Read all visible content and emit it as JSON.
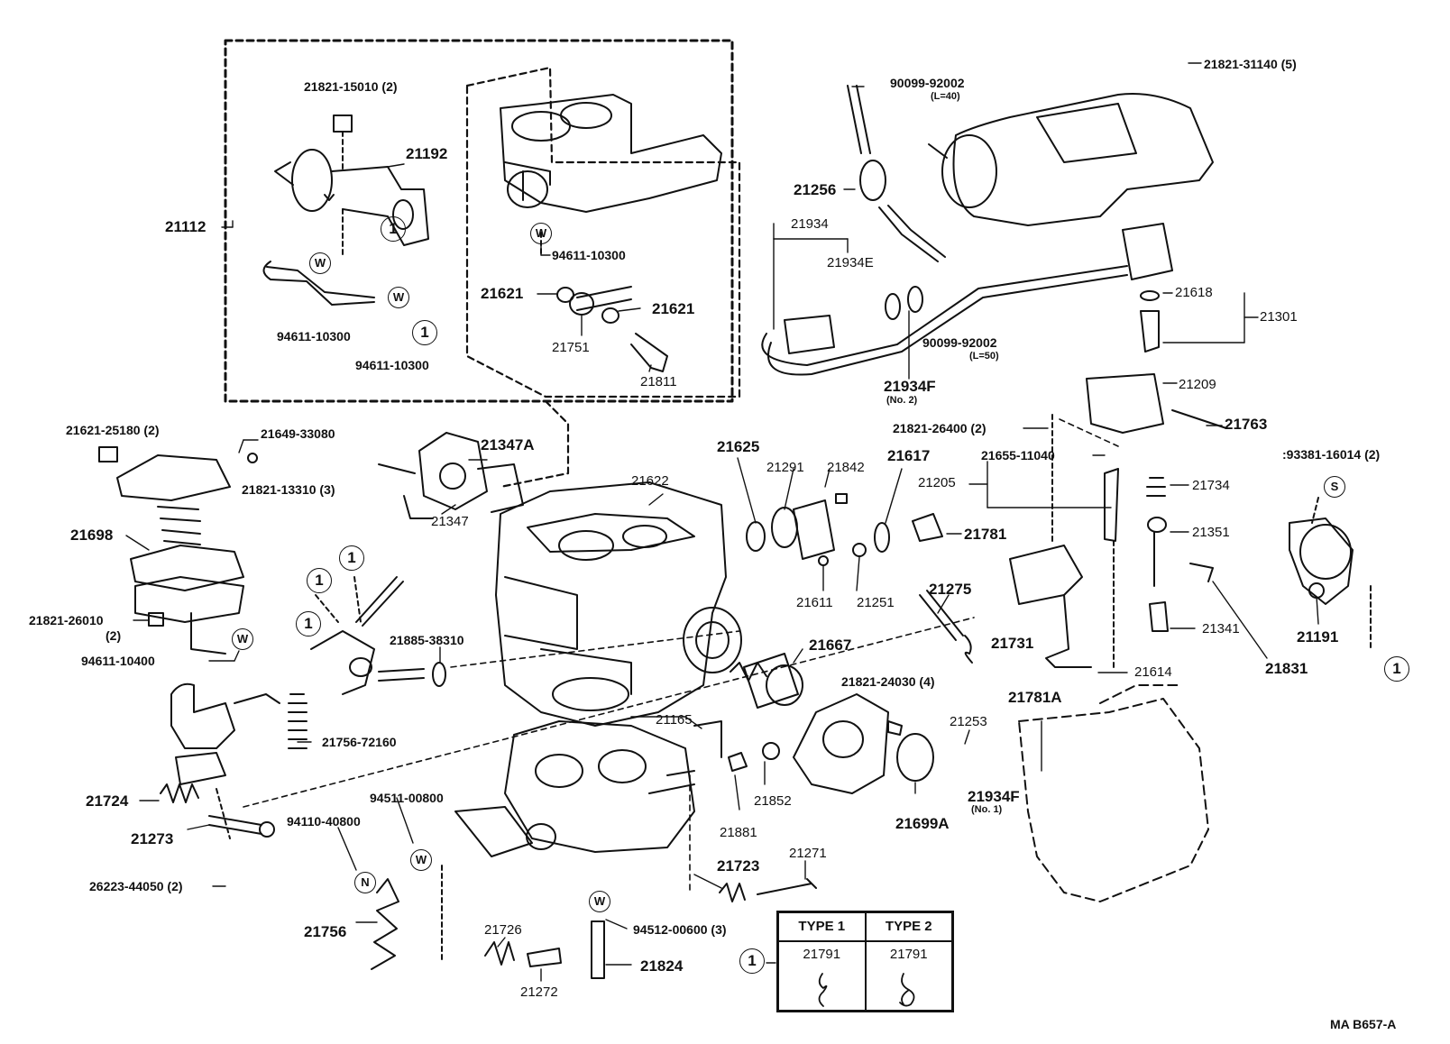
{
  "diagram": {
    "reference_code": "MA  B657-A",
    "assembly_label": "21112",
    "callout_symbols": {
      "washer": "W",
      "nut": "N",
      "screw": "S",
      "clip": "1"
    },
    "type_table": {
      "callout": "1",
      "columns": [
        {
          "header": "TYPE 1",
          "part": "21791"
        },
        {
          "header": "TYPE 2",
          "part": "21791"
        }
      ]
    },
    "parts": {
      "p21821_15010": "21821-15010 (2)",
      "p21192": "21192",
      "p94611_10300_a": "94611-10300",
      "p94611_10300_b": "94611-10300",
      "p94611_10300_c": "94611-10300",
      "p21621_a": "21621",
      "p21621_b": "21621",
      "p21751": "21751",
      "p21811": "21811",
      "p90099_92002_a": "90099-92002",
      "p90099_92002_a_len": "(L=40)",
      "p21256": "21256",
      "p21934": "21934",
      "p21934E": "21934E",
      "p90099_92002_b": "90099-92002",
      "p90099_92002_b_len": "(L=50)",
      "p21934F_a": "21934F",
      "p21934F_a_note": "(No. 2)",
      "p21821_31140": "21821-31140 (5)",
      "p21618": "21618",
      "p21301": "21301",
      "p21209": "21209",
      "p21763": "21763",
      "p21821_26400": "21821-26400 (2)",
      "p21655_11040": "21655-11040",
      "p21205": "21205",
      "p21734": "21734",
      "p21351": "21351",
      "p93381_16014": ":93381-16014 (2)",
      "p21341": "21341",
      "p21191": "21191",
      "p21831": "21831",
      "p21614": "21614",
      "p21621_25180": "21621-25180 (2)",
      "p21649_33080": "21649-33080",
      "p21347A": "21347A",
      "p21821_13310": "21821-13310 (3)",
      "p21347": "21347",
      "p21622": "21622",
      "p21625": "21625",
      "p21291": "21291",
      "p21842": "21842",
      "p21617": "21617",
      "p21781": "21781",
      "p21611": "21611",
      "p21251": "21251",
      "p21275": "21275",
      "p21731": "21731",
      "p21698": "21698",
      "p21821_26010": "21821-26010",
      "p21821_26010_qty": "(2)",
      "p94611_10400": "94611-10400",
      "p21885_38310": "21885-38310",
      "p21667": "21667",
      "p21821_24030": "21821-24030 (4)",
      "p21165": "21165",
      "p21756_72160": "21756-72160",
      "p21253": "21253",
      "p21781A": "21781A",
      "p21934F_b": "21934F",
      "p21934F_b_note": "(No. 1)",
      "p21852": "21852",
      "p21881": "21881",
      "p21699A": "21699A",
      "p21724": "21724",
      "p21273": "21273",
      "p94511_00800": "94511-00800",
      "p94110_40800": "94110-40800",
      "p26223_44050": "26223-44050 (2)",
      "p21723": "21723",
      "p21271": "21271",
      "p21756": "21756",
      "p21726": "21726",
      "p21272": "21272",
      "p94512_00600": "94512-00600 (3)",
      "p21824": "21824"
    }
  }
}
